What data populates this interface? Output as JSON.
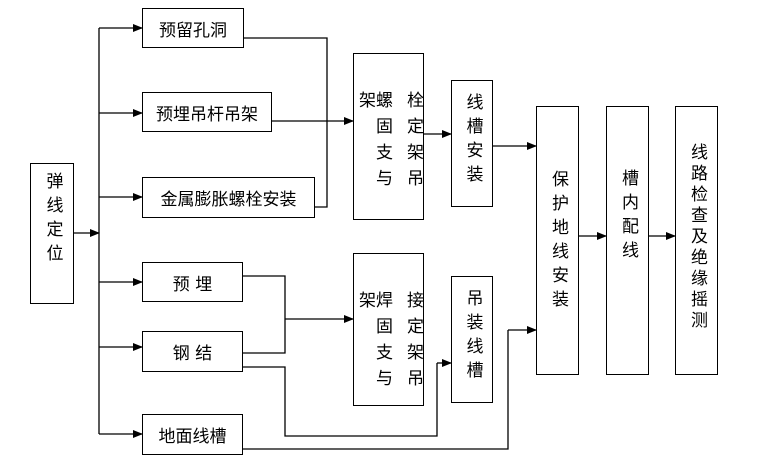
{
  "start": {
    "label": "弹线定位"
  },
  "prep": {
    "a1": "预留孔洞",
    "a2": "预埋吊杆吊架",
    "a3": "金属膨胀螺栓安装",
    "b1": "预 埋",
    "b2": "钢 结",
    "b3": "地面线槽"
  },
  "fix": {
    "bolt": {
      "col_right": "栓定架吊",
      "col_left": "螺固支与架"
    },
    "weld": {
      "col_right": "接定架吊",
      "col_left": "焊固支与架"
    }
  },
  "trunk": {
    "install": "线槽安装",
    "hang": "吊装线槽"
  },
  "steps": {
    "ground": "保护地线安装",
    "wiring": "槽内配线",
    "test": "线路检查及绝缘摇测"
  },
  "colors": {
    "stroke": "#000000",
    "background": "#ffffff"
  }
}
